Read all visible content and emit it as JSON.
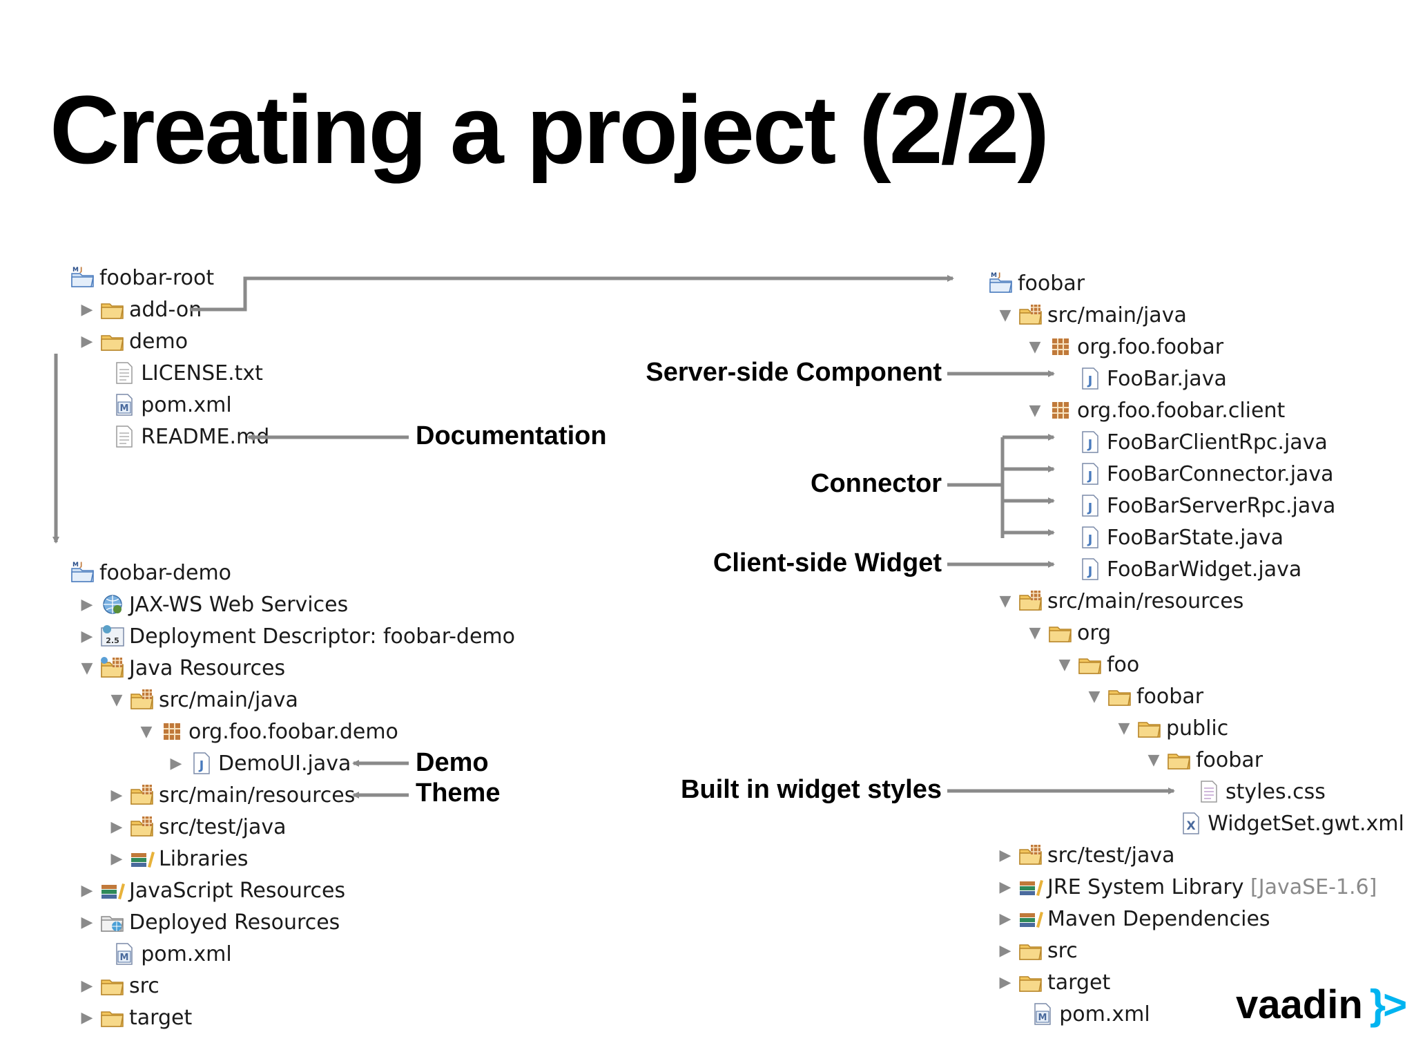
{
  "title": "Creating a project (2/2)",
  "left_tree": [
    {
      "label": "foobar-root",
      "icon": "maven-project-icon",
      "toggle": "none"
    },
    {
      "label": "add-on",
      "icon": "folder-icon",
      "toggle": "collapsed"
    },
    {
      "label": "demo",
      "icon": "folder-icon",
      "toggle": "collapsed"
    },
    {
      "label": "LICENSE.txt",
      "icon": "text-file-icon",
      "toggle": "none"
    },
    {
      "label": "pom.xml",
      "icon": "maven-file-icon",
      "toggle": "none"
    },
    {
      "label": "README.md",
      "icon": "text-file-icon",
      "toggle": "none"
    }
  ],
  "demo_tree": [
    {
      "label": "foobar-demo",
      "icon": "maven-project-icon",
      "toggle": "none"
    },
    {
      "label": "JAX-WS Web Services",
      "icon": "web-services-icon",
      "toggle": "collapsed"
    },
    {
      "label": "Deployment Descriptor: foobar-demo",
      "icon": "descriptor-icon",
      "toggle": "collapsed"
    },
    {
      "label": "Java Resources",
      "icon": "java-resources-icon",
      "toggle": "expanded"
    },
    {
      "label": "src/main/java",
      "icon": "source-folder-icon",
      "toggle": "expanded"
    },
    {
      "label": "org.foo.foobar.demo",
      "icon": "package-icon",
      "toggle": "expanded"
    },
    {
      "label": "DemoUI.java",
      "icon": "java-file-icon",
      "toggle": "collapsed"
    },
    {
      "label": "src/main/resources",
      "icon": "source-folder-icon",
      "toggle": "collapsed"
    },
    {
      "label": "src/test/java",
      "icon": "source-folder-icon",
      "toggle": "collapsed"
    },
    {
      "label": "Libraries",
      "icon": "library-icon",
      "toggle": "collapsed"
    },
    {
      "label": "JavaScript Resources",
      "icon": "library-icon",
      "toggle": "collapsed"
    },
    {
      "label": "Deployed Resources",
      "icon": "deployed-resources-icon",
      "toggle": "collapsed"
    },
    {
      "label": "pom.xml",
      "icon": "maven-file-icon",
      "toggle": "none"
    },
    {
      "label": "src",
      "icon": "folder-icon",
      "toggle": "collapsed"
    },
    {
      "label": "target",
      "icon": "folder-icon",
      "toggle": "collapsed"
    }
  ],
  "right_tree": [
    {
      "label": "foobar",
      "icon": "maven-project-icon",
      "toggle": "none"
    },
    {
      "label": "src/main/java",
      "icon": "source-folder-icon",
      "toggle": "expanded"
    },
    {
      "label": "org.foo.foobar",
      "icon": "package-icon",
      "toggle": "expanded"
    },
    {
      "label": "FooBar.java",
      "icon": "java-file-icon",
      "toggle": "none"
    },
    {
      "label": "org.foo.foobar.client",
      "icon": "package-icon",
      "toggle": "expanded"
    },
    {
      "label": "FooBarClientRpc.java",
      "icon": "java-file-icon",
      "toggle": "none"
    },
    {
      "label": "FooBarConnector.java",
      "icon": "java-file-icon",
      "toggle": "none"
    },
    {
      "label": "FooBarServerRpc.java",
      "icon": "java-file-icon",
      "toggle": "none"
    },
    {
      "label": "FooBarState.java",
      "icon": "java-file-icon",
      "toggle": "none"
    },
    {
      "label": "FooBarWidget.java",
      "icon": "java-file-icon",
      "toggle": "none"
    },
    {
      "label": "src/main/resources",
      "icon": "source-folder-icon",
      "toggle": "expanded"
    },
    {
      "label": "org",
      "icon": "folder-icon",
      "toggle": "expanded"
    },
    {
      "label": "foo",
      "icon": "folder-icon",
      "toggle": "expanded"
    },
    {
      "label": "foobar",
      "icon": "folder-icon",
      "toggle": "expanded"
    },
    {
      "label": "public",
      "icon": "folder-icon",
      "toggle": "expanded"
    },
    {
      "label": "foobar",
      "icon": "folder-icon",
      "toggle": "expanded"
    },
    {
      "label": "styles.css",
      "icon": "css-file-icon",
      "toggle": "none"
    },
    {
      "label": "WidgetSet.gwt.xml",
      "icon": "xml-file-icon",
      "toggle": "none"
    },
    {
      "label": "src/test/java",
      "icon": "source-folder-icon",
      "toggle": "collapsed"
    },
    {
      "label": "JRE System Library",
      "suffix": "[JavaSE-1.6]",
      "icon": "library-icon",
      "toggle": "collapsed"
    },
    {
      "label": "Maven Dependencies",
      "icon": "library-icon",
      "toggle": "collapsed"
    },
    {
      "label": "src",
      "icon": "folder-icon",
      "toggle": "collapsed"
    },
    {
      "label": "target",
      "icon": "folder-icon",
      "toggle": "collapsed"
    },
    {
      "label": "pom.xml",
      "icon": "maven-file-icon",
      "toggle": "none"
    }
  ],
  "callouts": {
    "documentation": "Documentation",
    "demo": "Demo",
    "theme": "Theme",
    "server_side_component": "Server-side Component",
    "connector": "Connector",
    "client_side_widget": "Client-side Widget",
    "built_in_widget_styles": "Built in widget styles"
  },
  "logo": {
    "text": "vaadin",
    "mark": "}>"
  },
  "colors": {
    "arrow": "#8a8a8a",
    "accent": "#00b4f0",
    "folder": "#f2c55c",
    "java": "#4a7bbd"
  }
}
